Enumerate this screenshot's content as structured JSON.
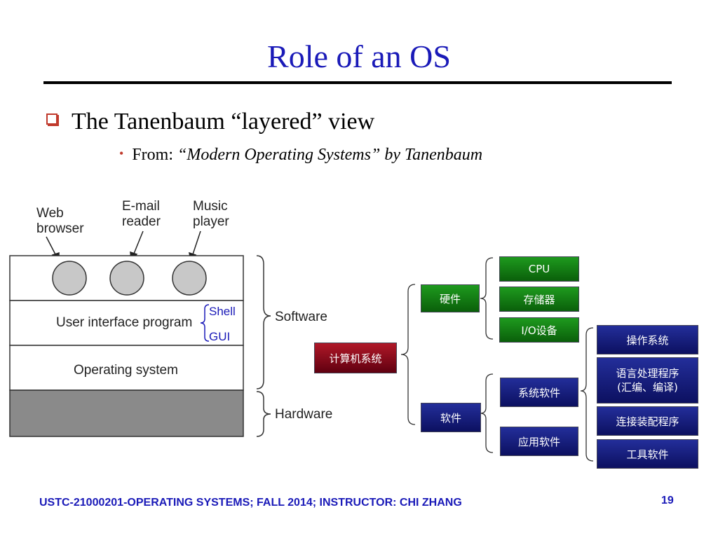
{
  "title": "Role of an OS",
  "bullet1": "The Tanenbaum “layered” view",
  "bullet2": {
    "prefix": "From: ",
    "italic": "“Modern Operating Systems” by Tanenbaum"
  },
  "layer_diagram": {
    "apps": [
      "Web browser",
      "E-mail reader",
      "Music player"
    ],
    "app_lines": [
      [
        "Web",
        "browser"
      ],
      [
        "E-mail",
        "reader"
      ],
      [
        "Music",
        "player"
      ]
    ],
    "ui_program": "User interface program",
    "shell": "Shell",
    "gui": "GUI",
    "operating_system": "Operating system",
    "software": "Software",
    "hardware": "Hardware",
    "colors": {
      "hardware_fill": "#8a8a8a",
      "app_circle": "#c8c8c8",
      "shell_gui": "#1a1ab8"
    }
  },
  "tree": {
    "root": "计算机系统",
    "hardware": "硬件",
    "software": "软件",
    "hardware_children": [
      "CPU",
      "存储器",
      "I/O设备"
    ],
    "software_children": [
      "系统软件",
      "应用软件"
    ],
    "system_software_children": [
      "操作系统",
      "语言处理程序\n(汇编、编译)",
      "连接装配程序",
      "工具软件"
    ],
    "colors": {
      "green": "#138a13",
      "navy": "#1a1f80",
      "red": "#8a0a1a"
    }
  },
  "footer": "USTC-21000201-OPERATING SYSTEMS; FALL 2014; INSTRUCTOR: CHI ZHANG",
  "page_number": "19"
}
